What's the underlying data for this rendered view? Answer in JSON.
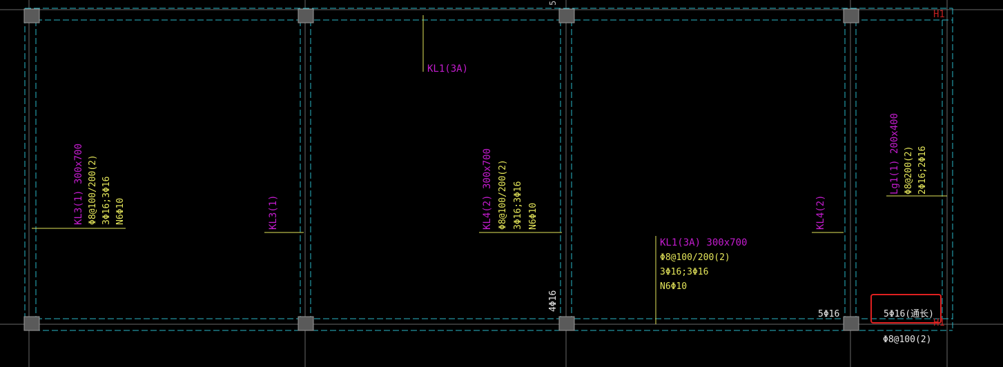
{
  "colors": {
    "background": "#000000",
    "grid_axis": "#6a6a6a",
    "beam_edge": "#2ab7c7",
    "column_fill": "#5a5a5a",
    "column_stroke": "#9a9a9a",
    "beam_label": "#c41ccf",
    "rebar_text": "#e5e65a",
    "leader": "#e5e65a",
    "plain_text": "#e8e8e8",
    "axis_tag": "#c02020",
    "highlight_box": "#e02020"
  },
  "annotations": {
    "kl1_top": "KL1(3A)",
    "kl3_left": {
      "name": "KL3(1) 300x700",
      "stirrup": "Φ8@100/200(2)",
      "main": "3Φ16;3Φ16",
      "side": "N6Φ10"
    },
    "kl3_short": "KL3(1)",
    "kl4_mid": {
      "name": "KL4(2) 300x700",
      "stirrup": "Φ8@100/200(2)",
      "main": "3Φ16;3Φ16",
      "side": "N6Φ10"
    },
    "kl1_mid": {
      "name": "KL1(3A) 300x700",
      "stirrup": "Φ8@100/200(2)",
      "main": "3Φ16;3Φ16",
      "side": "N6Φ10"
    },
    "kl4_short": "KL4(2)",
    "lg1_right": {
      "name": "Lg1(1) 200x400",
      "stirrup": "Φ8@200(2)",
      "main": "2Φ16;2Φ16"
    },
    "bottom_4phi16": "4Φ16",
    "bottom_5phi16": "5Φ16",
    "highlight_text": "5Φ16(通长)",
    "bottom_stirrup": "Φ8@100(2)",
    "axis_top": "H1",
    "axis_bottom": "H1",
    "axis_number_top": "5"
  }
}
